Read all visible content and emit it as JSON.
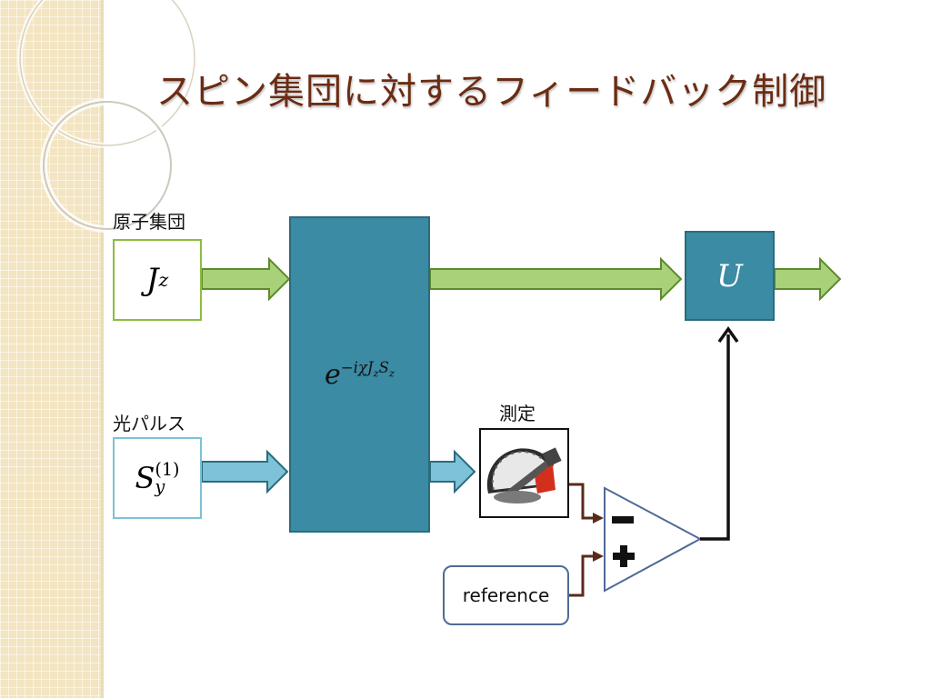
{
  "slide": {
    "title": "スピン集団に対するフィードバック制御"
  },
  "diagram": {
    "atoms_label": "原子集団",
    "atoms_symbol": {
      "base": "J",
      "sub": "z"
    },
    "pulse_label": "光パルス",
    "pulse_symbol": {
      "base": "S",
      "sub": "y",
      "sup": "(1)"
    },
    "interaction": {
      "base": "e",
      "exponent": "−iχJ",
      "exp_sub1": "z",
      "exp_mid": "S",
      "exp_sub2": "z"
    },
    "unitary": "U",
    "measure_label": "測定",
    "reference_label": "reference",
    "comparator": {
      "minus": "minus-sign",
      "plus": "plus-sign"
    },
    "colors": {
      "green_arrow": "#a9d17a",
      "blue_arrow": "#7dc2d6",
      "block_fill": "#3a8ba3",
      "wire_brown": "#5a2a18",
      "title": "#6b2c13",
      "amp_border": "#4f6a98"
    }
  }
}
